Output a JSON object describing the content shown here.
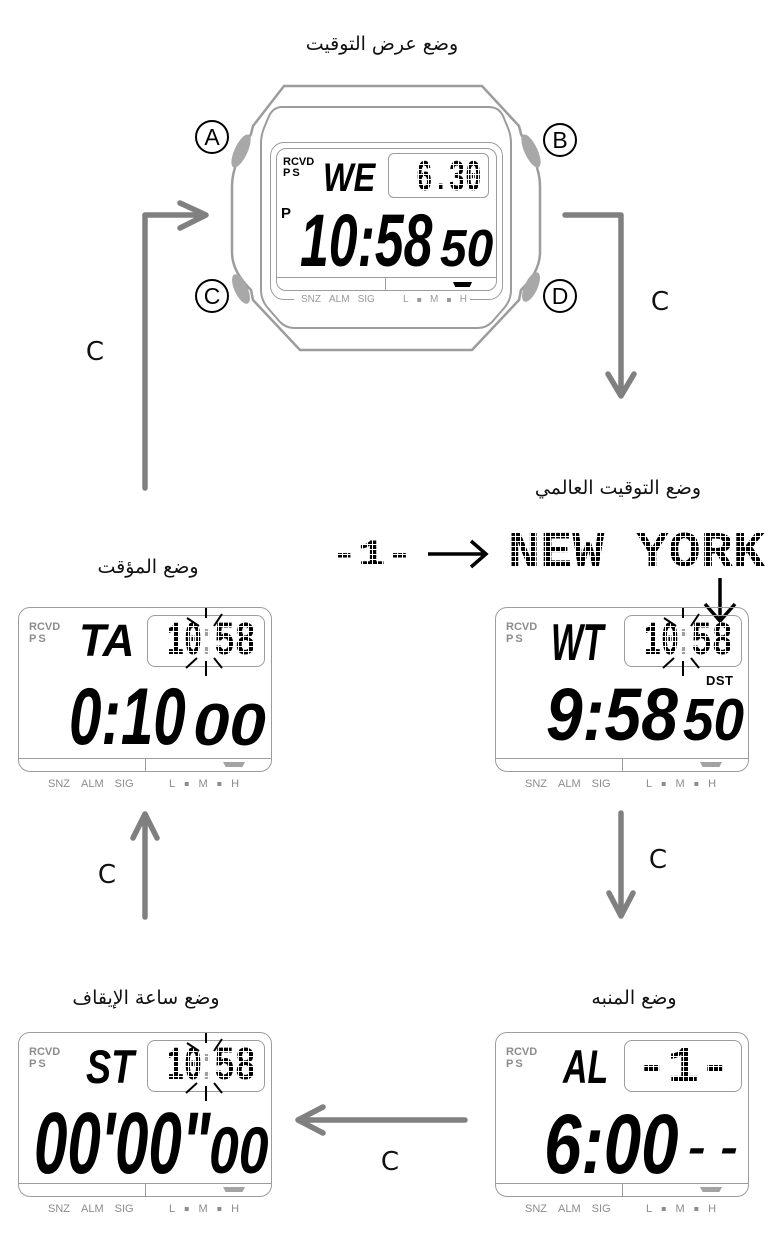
{
  "modes": {
    "timekeeping": {
      "title": "وضع عرض التوقيت",
      "rcvd": "RCVD",
      "ps": "PS",
      "pm": "P",
      "mode_label": "WE",
      "sub_display": "6.30",
      "main_time": "10:58",
      "seconds": "50"
    },
    "world_time": {
      "title": "وضع التوقيت العالمي",
      "rcvd": "RCVD",
      "ps": "PS",
      "mode_label": "WT",
      "sub_display": {
        "hours": "10",
        "colon": ":",
        "minutes": "58",
        "colon_flashing": true
      },
      "dst": "DST",
      "main_time": "9:58",
      "seconds": "50",
      "city_select": {
        "code": "-1-",
        "arrow_icon": "right-arrow-icon",
        "city": "NEW YORK",
        "pointer_icon": "down-arrow-icon"
      }
    },
    "alarm": {
      "title": "وضع المنبه",
      "rcvd": "RCVD",
      "ps": "PS",
      "mode_label": "AL",
      "sub_display": "-1-",
      "main_time": "6:00",
      "seconds": "- -"
    },
    "stopwatch": {
      "title": "وضع ساعة الإيقاف",
      "rcvd": "RCVD",
      "ps": "PS",
      "mode_label": "ST",
      "sub_display": {
        "hours": "10",
        "colon": ":",
        "minutes": "58",
        "colon_flashing": true
      },
      "main_time": "00'00\"",
      "fraction": "00"
    },
    "timer": {
      "title": "وضع المؤقت",
      "rcvd": "RCVD",
      "ps": "PS",
      "mode_label": "TA",
      "sub_display": {
        "hours": "10",
        "colon": ":",
        "minutes": "58",
        "colon_flashing": true
      },
      "main_time": "0:10",
      "seconds": "00"
    }
  },
  "lcd_labels": {
    "left": [
      "SNZ",
      "ALM",
      "SIG"
    ],
    "right": [
      "L",
      "M",
      "H"
    ],
    "separator": "▪"
  },
  "watch_buttons": {
    "a": "A",
    "b": "B",
    "c": "C",
    "d": "D"
  },
  "transitions": [
    {
      "from": "timekeeping",
      "to": "world_time",
      "button": "C"
    },
    {
      "from": "world_time",
      "to": "alarm",
      "button": "C"
    },
    {
      "from": "alarm",
      "to": "stopwatch",
      "button": "C"
    },
    {
      "from": "stopwatch",
      "to": "timer",
      "button": "C"
    },
    {
      "from": "timer",
      "to": "timekeeping",
      "button": "C"
    }
  ],
  "colors": {
    "arrow": "#808080",
    "outline": "#9c9c9c",
    "button_fill": "#a8a8a8",
    "indicator_gray": "#8c8c8c",
    "text": "#000000"
  }
}
